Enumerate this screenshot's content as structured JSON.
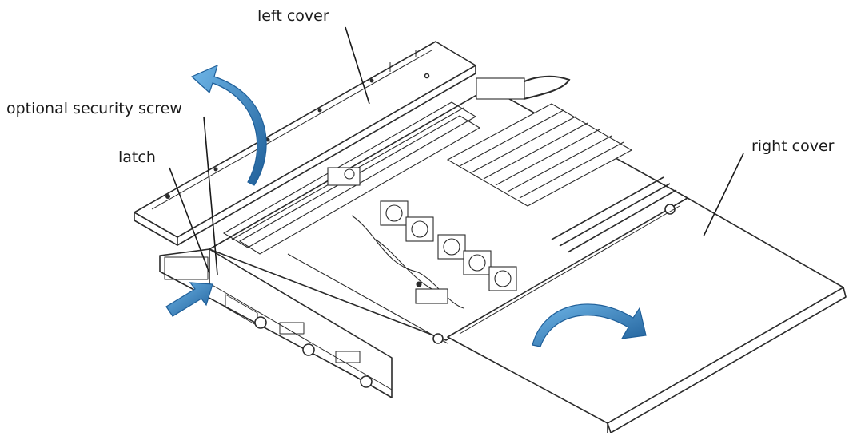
{
  "callouts": {
    "left_cover": "left cover",
    "security_screw": "optional security screw",
    "latch": "latch",
    "right_cover": "right cover"
  },
  "colors": {
    "line": "#2b2b2b",
    "arrow_blue": "#2a7fc0",
    "arrow_dark": "#1f5f99"
  }
}
